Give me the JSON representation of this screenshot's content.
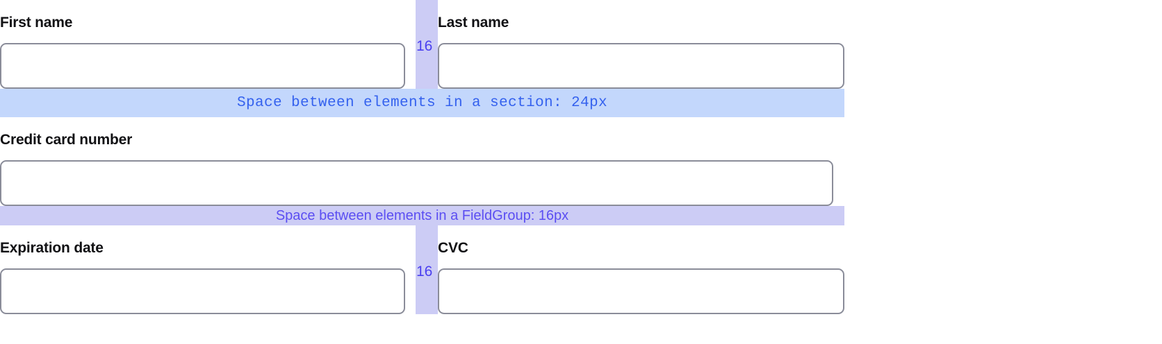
{
  "form": {
    "rows": [
      {
        "type": "two-column",
        "gap_label": "16",
        "left": {
          "label": "First name",
          "value": "",
          "placeholder": ""
        },
        "right": {
          "label": "Last name",
          "value": "",
          "placeholder": ""
        }
      },
      {
        "type": "annotation",
        "text": "Space between elements in a section: 24px",
        "value": "24px",
        "background": "#c3d7fc",
        "text_color": "#3461ee"
      },
      {
        "type": "full-width",
        "field": {
          "label": "Credit card number",
          "value": "",
          "placeholder": ""
        }
      },
      {
        "type": "annotation",
        "text": "Space between elements in a FieldGroup: 16px",
        "value": "16px",
        "background": "#ccccf5",
        "text_color": "#5b4ef2"
      },
      {
        "type": "two-column",
        "gap_label": "16",
        "left": {
          "label": "Expiration date",
          "value": "",
          "placeholder": ""
        },
        "right": {
          "label": "CVC",
          "value": "",
          "placeholder": ""
        }
      }
    ]
  },
  "colors": {
    "section_band": "#c3d7fc",
    "fieldgroup_band": "#ccccf5",
    "gap_strip": "#ccccf5",
    "gap_label": "#4a3ff0",
    "input_border": "#8a8c99",
    "label_text": "#111114",
    "page_background": "#ffffff"
  }
}
